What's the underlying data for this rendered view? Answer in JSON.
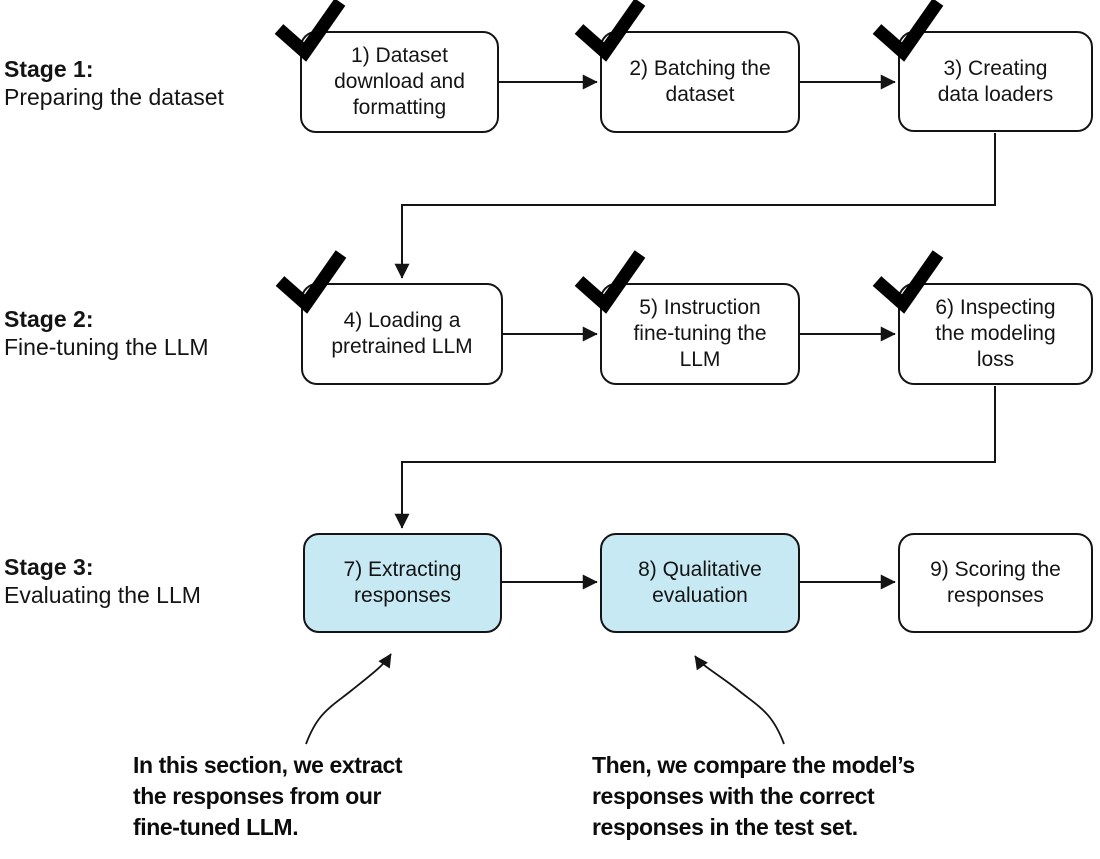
{
  "diagram": {
    "stages": [
      {
        "title": "Stage 1:",
        "subtitle": "Preparing the dataset"
      },
      {
        "title": "Stage 2:",
        "subtitle": "Fine-tuning the LLM"
      },
      {
        "title": "Stage 3:",
        "subtitle": "Evaluating the LLM"
      }
    ],
    "boxes": [
      {
        "id": 1,
        "label": "1) Dataset\ndownload and\nformatting",
        "checked": true,
        "highlighted": false
      },
      {
        "id": 2,
        "label": "2) Batching the\ndataset",
        "checked": true,
        "highlighted": false
      },
      {
        "id": 3,
        "label": "3) Creating\ndata loaders",
        "checked": true,
        "highlighted": false
      },
      {
        "id": 4,
        "label": "4) Loading a\npretrained LLM",
        "checked": true,
        "highlighted": false
      },
      {
        "id": 5,
        "label": "5) Instruction\nfine-tuning the\nLLM",
        "checked": true,
        "highlighted": false
      },
      {
        "id": 6,
        "label": "6) Inspecting\nthe modeling\nloss",
        "checked": true,
        "highlighted": false
      },
      {
        "id": 7,
        "label": "7) Extracting\nresponses",
        "checked": false,
        "highlighted": true
      },
      {
        "id": 8,
        "label": "8) Qualitative\nevaluation",
        "checked": false,
        "highlighted": true
      },
      {
        "id": 9,
        "label": "9) Scoring the\nresponses",
        "checked": false,
        "highlighted": false
      }
    ],
    "annotations": [
      {
        "text": "In this section, we extract\nthe responses from our\nfine-tuned LLM.",
        "points_to": "box-7"
      },
      {
        "text": "Then, we compare the model’s\nresponses with the correct\nresponses in the test set.",
        "points_to": "box-8"
      }
    ],
    "colors": {
      "highlight_fill": "#c7e9f3",
      "box_fill": "#ffffff",
      "line": "#141414"
    }
  }
}
